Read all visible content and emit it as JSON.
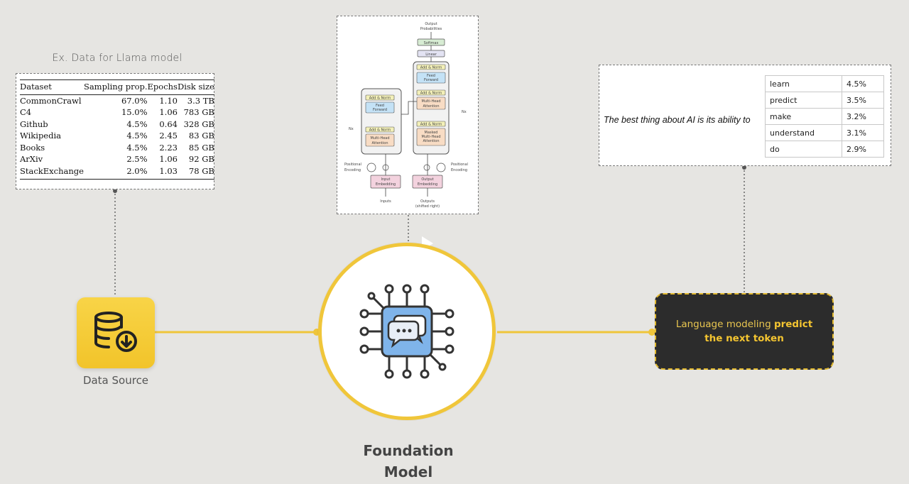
{
  "data_card": {
    "caption": "Ex. Data for Llama model",
    "headers": [
      "Dataset",
      "Sampling prop.",
      "Epochs",
      "Disk size"
    ],
    "rows": [
      [
        "CommonCrawl",
        "67.0%",
        "1.10",
        "3.3 TB"
      ],
      [
        "C4",
        "15.0%",
        "1.06",
        "783 GB"
      ],
      [
        "Github",
        "4.5%",
        "0.64",
        "328 GB"
      ],
      [
        "Wikipedia",
        "4.5%",
        "2.45",
        "83 GB"
      ],
      [
        "Books",
        "4.5%",
        "2.23",
        "85 GB"
      ],
      [
        "ArXiv",
        "2.5%",
        "1.06",
        "92 GB"
      ],
      [
        "StackExchange",
        "2.0%",
        "1.03",
        "78 GB"
      ]
    ]
  },
  "data_source": {
    "label": "Data Source",
    "icon": "database-download-icon"
  },
  "architecture": {
    "output_probabilities": [
      "Output",
      "Probabilities"
    ],
    "softmax": "Softmax",
    "linear": "Linear",
    "add_norm": "Add & Norm",
    "feed_forward": [
      "Feed",
      "Forward"
    ],
    "multi_head_attention": [
      "Multi-Head",
      "Attention"
    ],
    "masked_multi_head_attention": [
      "Masked",
      "Multi-Head",
      "Attention"
    ],
    "nx": "Nx",
    "positional_encoding": [
      "Positional",
      "Encoding"
    ],
    "input_embedding": [
      "Input",
      "Embedding"
    ],
    "output_embedding": [
      "Output",
      "Embedding"
    ],
    "inputs": "Inputs",
    "outputs": [
      "Outputs",
      "(shifted right)"
    ]
  },
  "foundation": {
    "label_line1": "Foundation",
    "label_line2": "Model",
    "icon": "ai-chip-chat-icon"
  },
  "prediction": {
    "prompt": "The best thing about AI is its ability to",
    "rows": [
      {
        "word": "learn",
        "pct": "4.5%"
      },
      {
        "word": "predict",
        "pct": "3.5%"
      },
      {
        "word": "make",
        "pct": "3.2%"
      },
      {
        "word": "understand",
        "pct": "3.1%"
      },
      {
        "word": "do",
        "pct": "2.9%"
      }
    ]
  },
  "language_modeling": {
    "text": "Language modeling ",
    "bold": "predict the next token"
  },
  "colors": {
    "accent": "#f0c63a",
    "background": "#e6e5e2",
    "dark_box": "#2c2c2c"
  }
}
